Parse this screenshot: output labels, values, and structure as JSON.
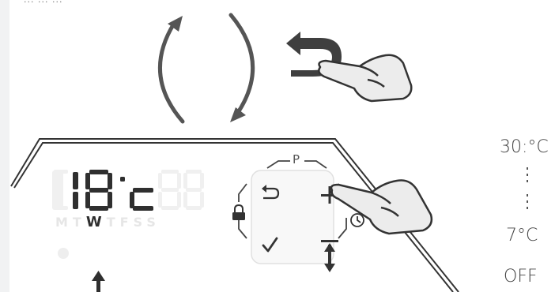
{
  "top_text": "... ... ...",
  "display": {
    "digits": [
      "1",
      "8"
    ],
    "unit": "c",
    "ghost_digits": [
      "8",
      "8"
    ],
    "days": [
      "M",
      "T",
      "W",
      "T",
      "F",
      "S",
      "S"
    ],
    "active_day_index": 2
  },
  "keypad": {
    "mode_label": "P"
  },
  "scale": {
    "max": "30:°C",
    "min": "7°C",
    "off": "OFF"
  },
  "colors": {
    "stroke": "#333333",
    "arrow": "#555555",
    "ghost": "#eeeeee",
    "hand_fill": "#e9e9e9",
    "panel": "#f7f7f7"
  },
  "icons": [
    "rotate-arrows-icon",
    "back-arrow-icon",
    "pointing-hand-icon",
    "lock-icon",
    "clock-icon",
    "moon-icon",
    "sun-icon",
    "check-icon",
    "plus-icon",
    "up-down-arrow-icon"
  ]
}
